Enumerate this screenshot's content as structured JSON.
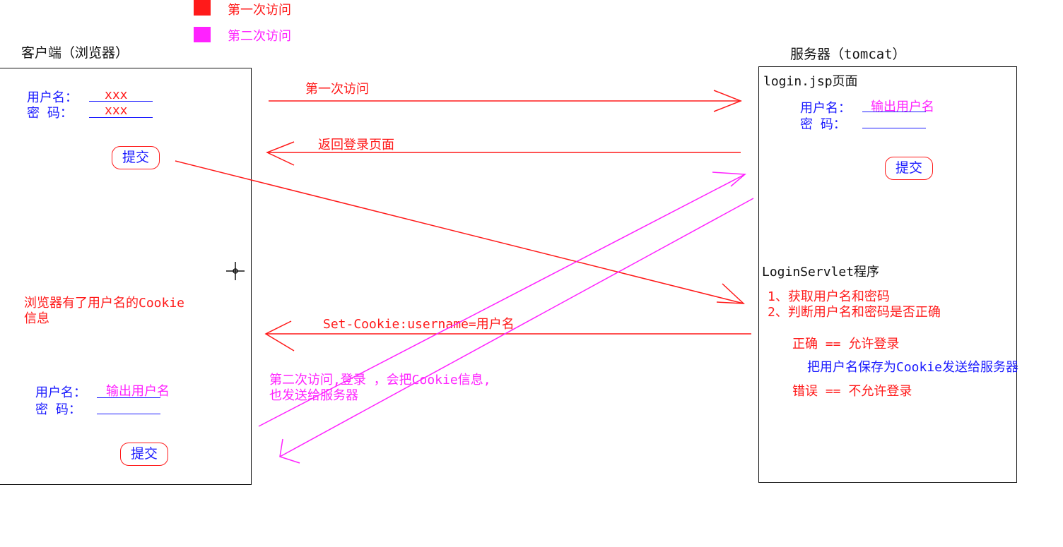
{
  "legend": {
    "first_label": "第一次访问",
    "second_label": "第二次访问",
    "first_color": "#ff1a1a",
    "second_color": "#ff22ff"
  },
  "client": {
    "title": "客户端（浏览器）",
    "form1": {
      "username_label": "用户名：",
      "username_value": "xxx",
      "password_label": "密  码：",
      "password_value": "xxx",
      "submit": "提交"
    },
    "cookie_note_line1": "浏览器有了用户名的Cookie",
    "cookie_note_line2": "信息",
    "form2": {
      "username_label": "用户名：",
      "username_value": "输出用户名",
      "password_label": "密  码：",
      "submit": "提交"
    }
  },
  "server": {
    "title": "服务器（tomcat）",
    "page_title": "login.jsp页面",
    "form": {
      "username_label": "用户名：",
      "username_value": "输出用户名",
      "password_label": "密  码：",
      "submit": "提交"
    },
    "servlet_title": "LoginServlet程序",
    "step1": "1、获取用户名和密码",
    "step2": "2、判断用户名和密码是否正确",
    "correct": "正确 == 允许登录",
    "save_cookie": "把用户名保存为Cookie发送给服务器",
    "wrong": "错误 == 不允许登录"
  },
  "arrows": {
    "first_visit": "第一次访问",
    "return_login": "返回登录页面",
    "set_cookie": "Set-Cookie:username=用户名",
    "second_visit_line1": "第二次访问,登录 ，会把Cookie信息,",
    "second_visit_line2": "也发送给服务器"
  }
}
